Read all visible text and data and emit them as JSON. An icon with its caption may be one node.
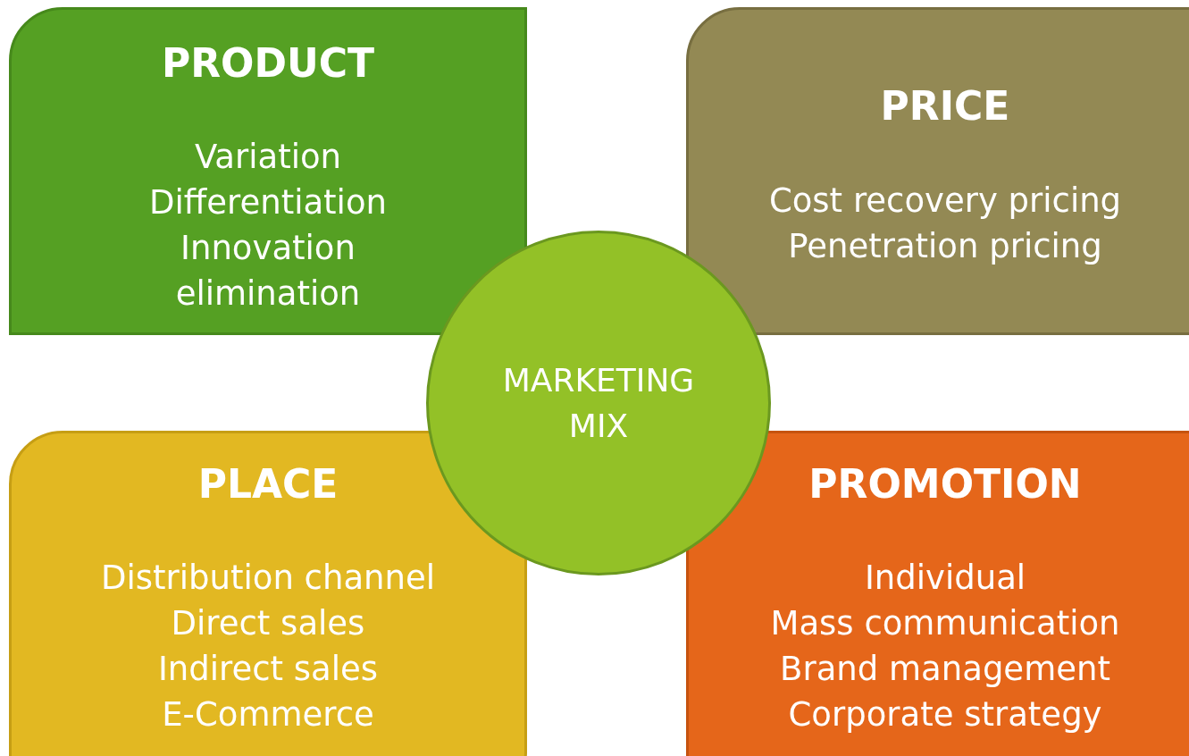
{
  "diagram": {
    "nodes": [
      {
        "text": [
          "PRODUCT",
          "Variation",
          "Differentiation",
          "Innovation",
          "elimination"
        ]
      },
      {
        "text": [
          "PRICE",
          "Cost recovery pricing",
          "Penetration pricing"
        ]
      },
      {
        "text": [
          "PLACE",
          "Distribution channel",
          "Direct sales",
          "Indirect sales",
          "E-Commerce"
        ]
      },
      {
        "text": [
          "PROMOTION",
          "Individual",
          "Mass communication",
          "Brand management",
          "Corporate strategy"
        ]
      },
      {
        "text": [
          "MARKETING MIX"
        ]
      }
    ]
  }
}
